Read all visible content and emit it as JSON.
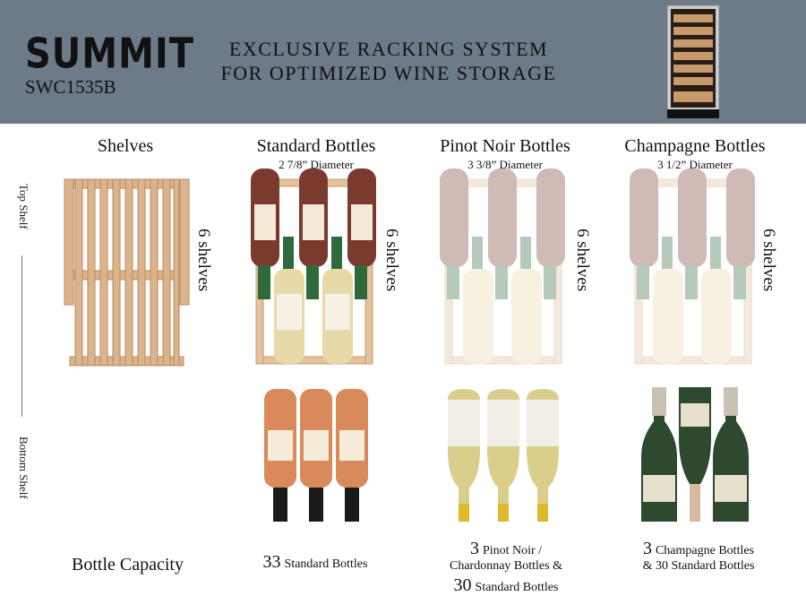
{
  "header": {
    "brand": "SUMMIT",
    "model": "SWC1535B",
    "headline_line1": "EXCLUSIVE RACKING SYSTEM",
    "headline_line2": "FOR OPTIMIZED WINE STORAGE"
  },
  "side": {
    "top_label": "Top Shelf",
    "bottom_label": "Bottom Shelf"
  },
  "columns": [
    {
      "title": "Shelves",
      "diameter": "",
      "shelf_count": "6 shelves"
    },
    {
      "title": "Standard Bottles",
      "diameter": "2 7/8” Diameter",
      "shelf_count": "6 shelves"
    },
    {
      "title": "Pinot Noir Bottles",
      "diameter": "3 3/8” Diameter",
      "shelf_count": "6 shelves"
    },
    {
      "title": "Champagne Bottles",
      "diameter": "3 1/2” Diameter",
      "shelf_count": "6 shelves"
    }
  ],
  "capacity": {
    "label": "Bottle Capacity",
    "standard_num": "33",
    "standard_text": "Standard Bottles",
    "pinot_num": "3",
    "pinot_text": "Pinot Noir /",
    "pinot_line2": "Chardonnay Bottles &",
    "pinot_num2": "30",
    "pinot_text2": "Standard Bottles",
    "champ_num": "3",
    "champ_text": "Champagne Bottles",
    "champ_line2": "& 30 Standard Bottles"
  },
  "colors": {
    "header_bg": "#6d7b88",
    "wood": "#d9ae86",
    "wood_dark": "#b88a62",
    "bottle_red": "#7a3b2e",
    "bottle_green": "#2f6a3c",
    "wine_white": "#e9d9a8"
  }
}
